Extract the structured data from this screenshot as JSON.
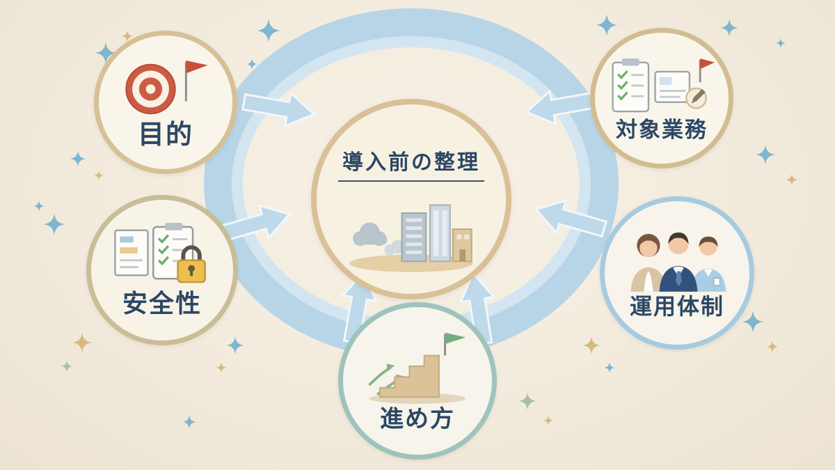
{
  "center": {
    "label": "導入前の整理"
  },
  "nodes": [
    {
      "id": "purpose",
      "label": "目的"
    },
    {
      "id": "target-work",
      "label": "対象業務"
    },
    {
      "id": "safety",
      "label": "安全性"
    },
    {
      "id": "operation",
      "label": "運用体制"
    },
    {
      "id": "approach",
      "label": "進め方"
    }
  ],
  "icons": [
    "target-icon",
    "red-flag-icon",
    "clipboard-icon",
    "document-icon",
    "pencil-badge-icon",
    "lock-icon",
    "team-icon",
    "stairs-icon",
    "green-flag-icon",
    "growth-arrows-icon",
    "buildings-illustration",
    "cloud-icon",
    "sparkle-icon"
  ],
  "colors": {
    "background": "#f2ebdd",
    "ring_outer": "#b7d5e7",
    "ring_inner": "#d2e5f1",
    "center_border": "#d8c097",
    "text": "#2c4764",
    "arrow_fill": "#bdd9ea",
    "flag_red": "#c94f3d",
    "flag_green": "#74ad7c",
    "lock_gold": "#ecbf52",
    "check_green": "#6fae6f"
  }
}
